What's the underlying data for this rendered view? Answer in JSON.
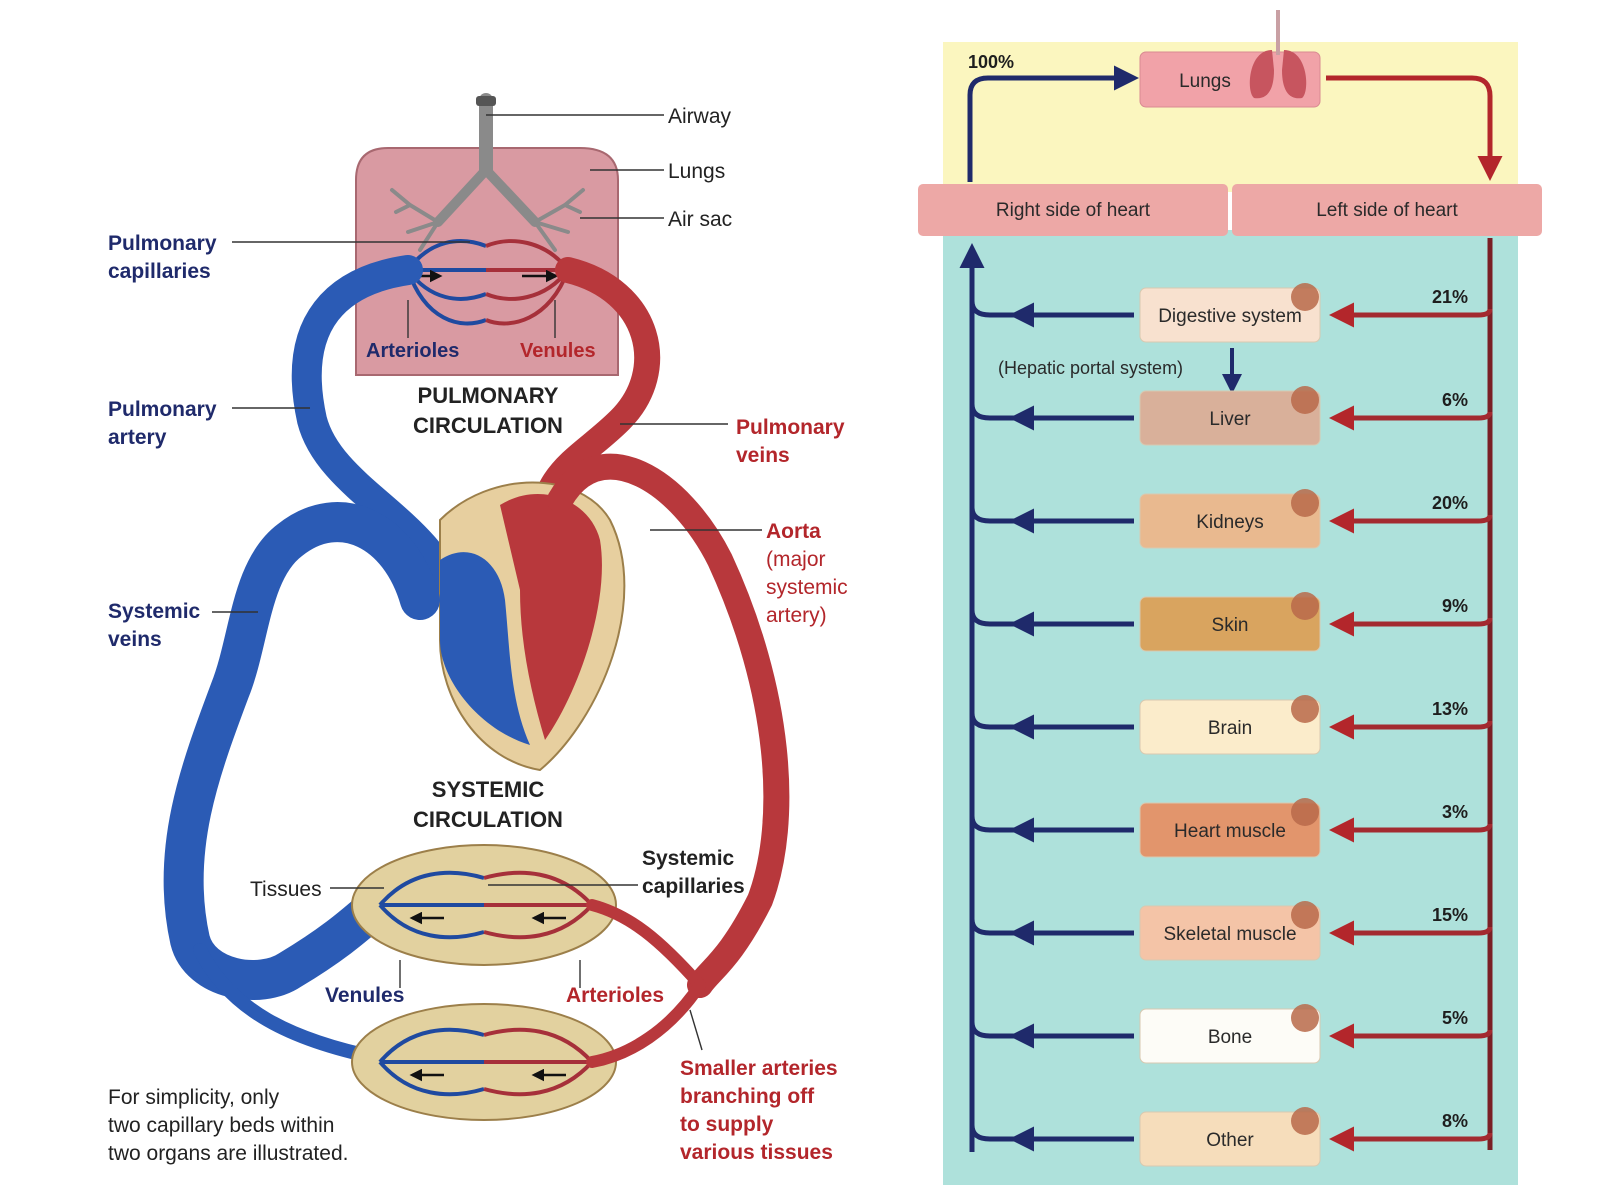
{
  "left": {
    "labels": {
      "airway": "Airway",
      "lungs": "Lungs",
      "air_sac": "Air sac",
      "pulmonary_capillaries_1": "Pulmonary",
      "pulmonary_capillaries_2": "capillaries",
      "arterioles_top": "Arterioles",
      "venules_top": "Venules",
      "pulmonary_circulation_1": "PULMONARY",
      "pulmonary_circulation_2": "CIRCULATION",
      "pulmonary_artery_1": "Pulmonary",
      "pulmonary_artery_2": "artery",
      "pulmonary_veins_1": "Pulmonary",
      "pulmonary_veins_2": "veins",
      "aorta_1": "Aorta",
      "aorta_2": "(major",
      "aorta_3": "systemic",
      "aorta_4": "artery)",
      "systemic_veins_1": "Systemic",
      "systemic_veins_2": "veins",
      "systemic_circulation_1": "SYSTEMIC",
      "systemic_circulation_2": "CIRCULATION",
      "tissues": "Tissues",
      "systemic_capillaries_1": "Systemic",
      "systemic_capillaries_2": "capillaries",
      "venules_bottom": "Venules",
      "arterioles_bottom": "Arterioles",
      "smaller_arteries_1": "Smaller arteries",
      "smaller_arteries_2": "branching off",
      "smaller_arteries_3": "to supply",
      "smaller_arteries_4": "various tissues",
      "note_1": "For simplicity, only",
      "note_2": "two capillary beds within",
      "note_3": "two organs are illustrated."
    }
  },
  "right": {
    "top_percent": "100%",
    "lungs_label": "Lungs",
    "right_heart": "Right side of heart",
    "left_heart": "Left side of heart",
    "hepatic_portal": "(Hepatic portal system)",
    "organs": [
      {
        "name": "Digestive system",
        "percent": "21%",
        "color": "#f8e1cf"
      },
      {
        "name": "Liver",
        "percent": "6%",
        "color": "#d9b09a"
      },
      {
        "name": "Kidneys",
        "percent": "20%",
        "color": "#e9b98f"
      },
      {
        "name": "Skin",
        "percent": "9%",
        "color": "#d9a45f"
      },
      {
        "name": "Brain",
        "percent": "13%",
        "color": "#fbeccb"
      },
      {
        "name": "Heart muscle",
        "percent": "3%",
        "color": "#e2956c"
      },
      {
        "name": "Skeletal muscle",
        "percent": "15%",
        "color": "#f4c4a7"
      },
      {
        "name": "Bone",
        "percent": "5%",
        "color": "#fdfcf7"
      },
      {
        "name": "Other",
        "percent": "8%",
        "color": "#f6ddbb"
      }
    ],
    "colors": {
      "oxygenated": "#b3262b",
      "deoxygenated": "#1f2a6b",
      "lung_region": "#fbf6bf",
      "body_region": "#aee1db",
      "heart_bar": "#eda8a6",
      "lungs_box": "#f1a2a8"
    }
  }
}
